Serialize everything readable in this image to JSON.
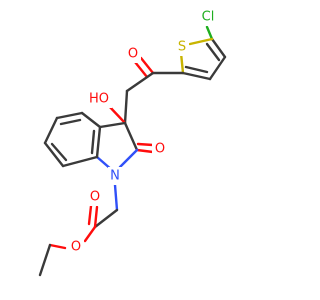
{
  "atoms": {
    "cl": {
      "text": "Cl",
      "color": "#1fae1f"
    },
    "s": {
      "text": "S",
      "color": "#c8b400"
    },
    "o_ketone": {
      "text": "O",
      "color": "#ff0d0d"
    },
    "ho": {
      "text": "HO",
      "color": "#ff0d0d"
    },
    "o_lactam": {
      "text": "O",
      "color": "#ff0d0d"
    },
    "n": {
      "text": "N",
      "color": "#3050f8"
    },
    "o_ester_carbonyl": {
      "text": "O",
      "color": "#ff0d0d"
    },
    "o_ester": {
      "text": "O",
      "color": "#ff0d0d"
    }
  },
  "colors": {
    "bond": "#3a3a3a",
    "oxygen": "#ff0d0d",
    "nitrogen": "#3050f8",
    "sulfur": "#c8b400",
    "chlorine": "#1fae1f"
  }
}
